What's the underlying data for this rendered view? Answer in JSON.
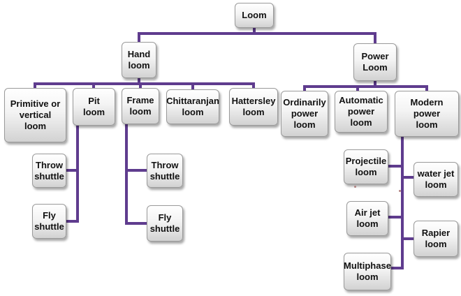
{
  "nodes": {
    "loom": "Loom",
    "hand_loom": "Hand\nloom",
    "power_loom": "Power\nLoom",
    "primitive": "Primitive or\nvertical loom",
    "pit": "Pit loom",
    "frame": "Frame\nloom",
    "chittaranjan": "Chittaranjan\nloom",
    "hattersley": "Hattersley\nloom",
    "ordinarily": "Ordinarily\npower\nloom",
    "automatic": "Automatic\npower loom",
    "modern": "Modern power\nloom",
    "throw1": "Throw\nshuttle",
    "fly1": "Fly\nshuttle",
    "throw2": "Throw\nshuttle",
    "fly2": "Fly\nshuttle",
    "projectile": "Projectile\nloom",
    "waterjet": "water jet\nloom",
    "airjet": "Air jet\nloom",
    "rapier": "Rapier\nloom",
    "multiphase": "Multiphase\nloom"
  },
  "colors": {
    "connector": "#5f3c8e"
  }
}
